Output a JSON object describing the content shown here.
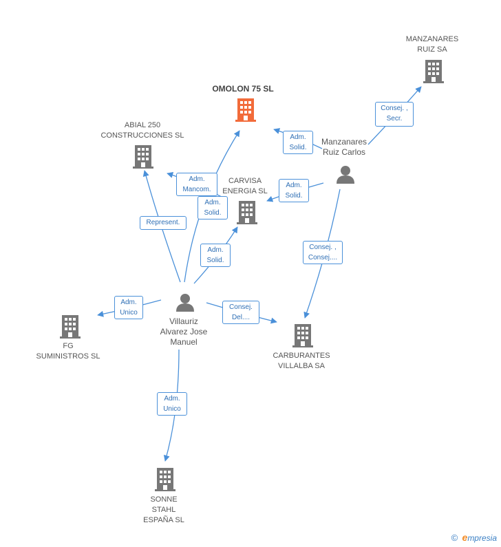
{
  "nodes": {
    "omolon": {
      "lines": [
        "OMOLON 75 SL"
      ],
      "type": "company",
      "focus": true,
      "color": "#f26b3a"
    },
    "abial": {
      "lines": [
        "ABIAL 250",
        "CONSTRUCCIONES SL"
      ],
      "type": "company",
      "color": "#777777"
    },
    "carvisa": {
      "lines": [
        "CARVISA",
        "ENERGIA SL"
      ],
      "type": "company",
      "color": "#777777"
    },
    "manzanares_ruiz_sa": {
      "lines": [
        "MANZANARES",
        "RUIZ SA"
      ],
      "type": "company",
      "color": "#777777"
    },
    "manzanares_carlos": {
      "lines": [
        "Manzanares",
        "Ruiz Carlos"
      ],
      "type": "person",
      "color": "#777777"
    },
    "villauriz": {
      "lines": [
        "Villauriz",
        "Alvarez Jose",
        "Manuel"
      ],
      "type": "person",
      "color": "#777777"
    },
    "fg": {
      "lines": [
        "FG",
        "SUMINISTROS SL"
      ],
      "type": "company",
      "color": "#777777"
    },
    "carburantes": {
      "lines": [
        "CARBURANTES",
        "VILLALBA SA"
      ],
      "type": "company",
      "color": "#777777"
    },
    "sonne": {
      "lines": [
        "SONNE",
        "STAHL",
        "ESPAÑA SL"
      ],
      "type": "company",
      "color": "#777777"
    }
  },
  "edges": {
    "manz_sec": {
      "lines": [
        "Consej. ,",
        "Secr."
      ]
    },
    "omolon_solid": {
      "lines": [
        "Adm.",
        "Solid."
      ]
    },
    "abial_mancom": {
      "lines": [
        "Adm.",
        "Mancom."
      ]
    },
    "omolon_solid2": {
      "lines": [
        "Adm.",
        "Solid."
      ]
    },
    "carvisa_solid": {
      "lines": [
        "Adm.",
        "Solid."
      ]
    },
    "represent": {
      "lines": [
        "Represent."
      ]
    },
    "carvisa_solid2": {
      "lines": [
        "Adm.",
        "Solid."
      ]
    },
    "carb_consej": {
      "lines": [
        "Consej. ,",
        "Consej...."
      ]
    },
    "fg_unico": {
      "lines": [
        "Adm.",
        "Unico"
      ]
    },
    "carb_del": {
      "lines": [
        "Consej.",
        "Del...."
      ]
    },
    "sonne_unico": {
      "lines": [
        "Adm.",
        "Unico"
      ]
    }
  },
  "colors": {
    "edge": "#4a90d9",
    "edge_text": "#2f6fb5",
    "label": "#555555"
  },
  "footer": {
    "copyright": "©",
    "brand_initial": "e",
    "brand_rest": "mpresia"
  }
}
